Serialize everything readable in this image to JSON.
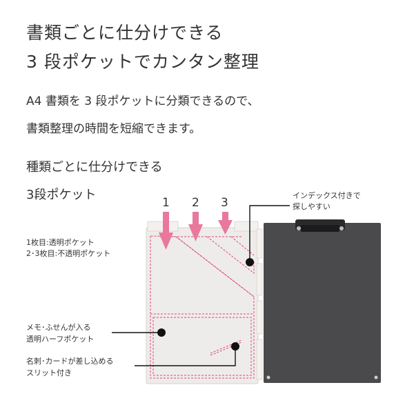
{
  "headline": {
    "line1": "書類ごとに仕分けできる",
    "line2": "3 段ポケットでカンタン整理"
  },
  "description": {
    "line1": "A4 書類を 3 段ポケットに分類できるので、",
    "line2": "書類整理の時間を短縮できます。"
  },
  "feature": {
    "line1": "種類ごとに仕分けできる",
    "line2": "3段ポケット"
  },
  "pocket_numbers": [
    "1",
    "2",
    "3"
  ],
  "callouts": {
    "index_line1": "インデックス付きで",
    "index_line2": "探しやすい",
    "sheets_line1": "1枚目:透明ポケット",
    "sheets_line2": "2･3枚目:不透明ポケット",
    "memo_line1": "メモ･ふせんが入る",
    "memo_line2": "透明ハーフポケット",
    "card_line1": "名刺･カードが差し込める",
    "card_line2": "スリット付き"
  },
  "colors": {
    "arrow": "#e8789e",
    "stitch": "#e0457a",
    "clipboard": "#4a4a4c",
    "folder": "#eeecea"
  }
}
